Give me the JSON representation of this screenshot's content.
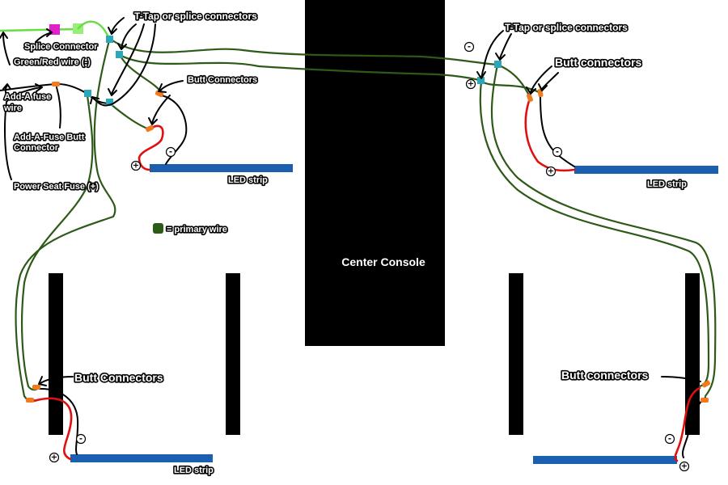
{
  "title": "",
  "labels": {
    "splice_connector": "Splice Connector",
    "green_red_wire": "Green/Red wire (-)",
    "add_a_fuse_wire": "Add-A fuse wire",
    "add_a_fuse_butt": "Add-A-Fuse Butt Connector",
    "power_seat_fuse": "Power Seat Fuse (+)",
    "ttap_left": "T-Tap or splice connectors",
    "ttap_right": "T-Tap or splice connectors",
    "butt_top_left": "Butt Connectors",
    "butt_top_right": "Butt connectors",
    "butt_bottom_left": "Butt Connectors",
    "butt_bottom_right": "Butt connectors",
    "led_top_left": "LED strip",
    "led_top_right": "LED strip",
    "led_bottom_left": "LED strip",
    "legend": "= primary wire",
    "center_console": "Center Console"
  },
  "symbols": {
    "plus": "+",
    "minus": "-"
  },
  "colors": {
    "primary_wire": "#2d5a17",
    "positive_wire": "#e01010",
    "ground_wire": "#000000",
    "led_strip": "#1b5fb0",
    "connector_teal": "#2aa8b8",
    "butt_connector": "#f07a20",
    "splice_magenta": "#e020c8",
    "green_red_wire": "#66dd44",
    "console": "#000000"
  }
}
